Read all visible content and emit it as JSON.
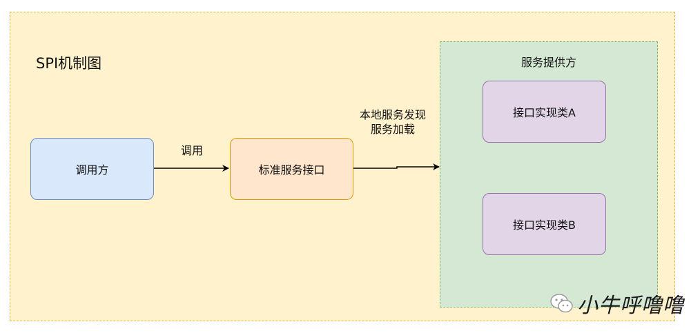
{
  "diagram": {
    "title": "SPI机制图",
    "nodes": {
      "caller": "调用方",
      "interface": "标准服务接口",
      "impl_a": "接口实现类A",
      "impl_b": "接口实现类B"
    },
    "group": {
      "label": "服务提供方"
    },
    "edges": {
      "call_label": "调用",
      "discover_label_line1": "本地服务发现",
      "discover_label_line2": "服务加载"
    },
    "colors": {
      "container_fill": "#fff2cc",
      "container_border": "#d6b656",
      "group_fill": "#d5e8d4",
      "group_border": "#82b366",
      "caller_fill": "#dae8fc",
      "caller_border": "#6c8ebf",
      "interface_fill": "#ffe6cc",
      "interface_border": "#d79b00",
      "impl_fill": "#e1d5e7",
      "impl_border": "#9673a6"
    }
  },
  "watermark": {
    "text": "小牛呼噜噜",
    "icon": "wechat-icon"
  }
}
